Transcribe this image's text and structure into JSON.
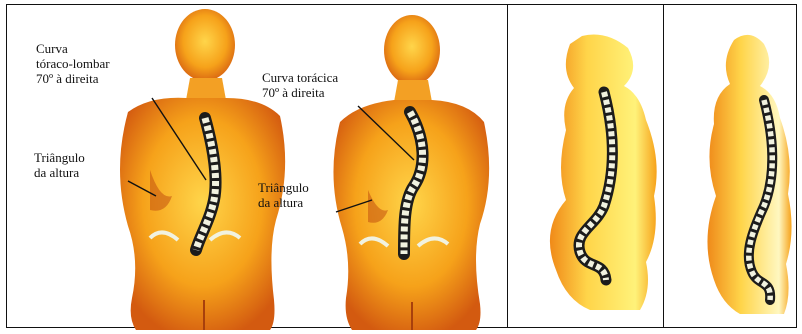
{
  "figure": {
    "panel_a": {
      "label_curve": "Curva\ntóraco-lombar\n70º à direita",
      "label_triangle": "Triângulo\nda altura"
    },
    "panel_b": {
      "label_curve": "Curva torácica\n70º à direita",
      "label_triangle": "Triângulo\nda altura"
    }
  },
  "colors": {
    "skin_light": "#ffd54a",
    "skin_mid": "#f6a21a",
    "skin_dark": "#d35a10",
    "spine": "#f1f2e0",
    "frame": "#111111"
  }
}
